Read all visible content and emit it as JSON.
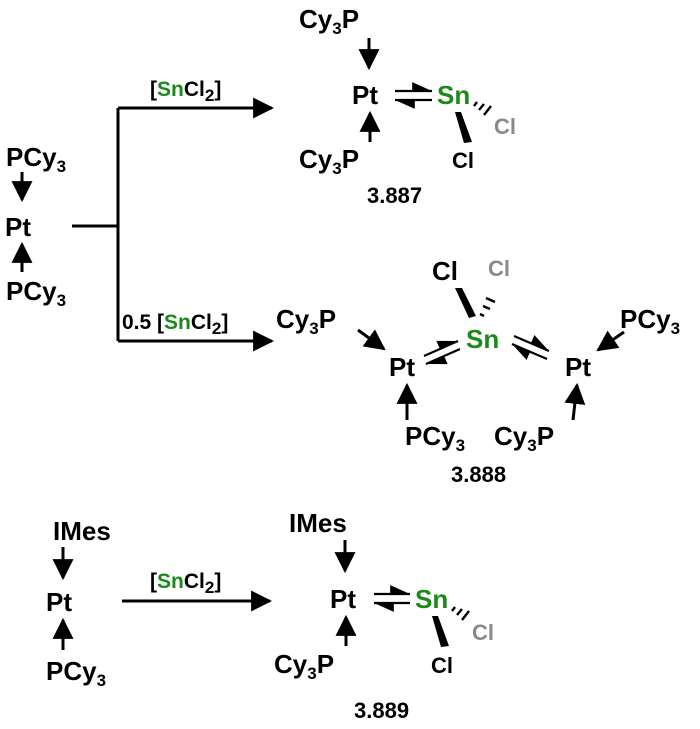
{
  "colors": {
    "tin": "#1b8a1b",
    "back_chlorine": "#8a8a8a",
    "ink": "#000000"
  },
  "atoms": {
    "pt": "Pt",
    "sn": "Sn",
    "cl": "Cl"
  },
  "ligands": {
    "pcy3": "PCy",
    "cy3p_cy": "Cy",
    "cy3p_p": "P",
    "sub3": "3",
    "imes": "IMes"
  },
  "reagents": {
    "open_bracket": "[",
    "close_bracket": "]",
    "sn": "Sn",
    "cl": "Cl",
    "sub2": "2",
    "half_prefix": "0.5 "
  },
  "compounds": {
    "c1": "3.887",
    "c2": "3.888",
    "c3": "3.889"
  }
}
